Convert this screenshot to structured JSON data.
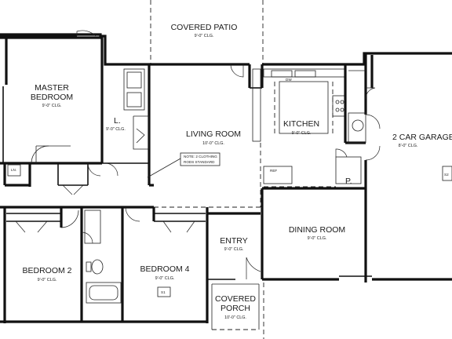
{
  "rooms": {
    "covered_patio": {
      "name": "COVERED PATIO",
      "clg": "9'-0\" CLG."
    },
    "master_bedroom": {
      "name1": "MASTER",
      "name2": "BEDROOM",
      "clg": "9'-0\" CLG."
    },
    "laundry": {
      "name": "L.",
      "clg": "9'-0\" CLG."
    },
    "living_room": {
      "name": "LIVING ROOM",
      "clg": "10'-0\" CLG."
    },
    "kitchen": {
      "name": "KITCHEN",
      "clg": "9'-0\" CLG."
    },
    "garage": {
      "name": "2 CAR GARAGE",
      "clg": "8'-0\" CLG."
    },
    "dining_room": {
      "name": "DINING ROOM",
      "clg": "9'-0\" CLG."
    },
    "entry": {
      "name": "ENTRY",
      "clg": "9'-0\" CLG."
    },
    "bedroom2": {
      "name": "BEDROOM 2",
      "clg": "9'-0\" CLG."
    },
    "bedroom4": {
      "name": "BEDROOM 4",
      "clg": "9'-0\" CLG."
    },
    "covered_porch": {
      "name1": "COVERED",
      "name2": "PORCH",
      "clg": "10'-0\" CLG."
    }
  },
  "tags": {
    "linen": "LN.",
    "s1": "S1",
    "s2": "S2",
    "pantry": "P.",
    "dw": "DW",
    "ref": "REF"
  },
  "note": {
    "line1": "NOTE: 2 CLOTHING",
    "line2": "RODS STANDARD"
  }
}
